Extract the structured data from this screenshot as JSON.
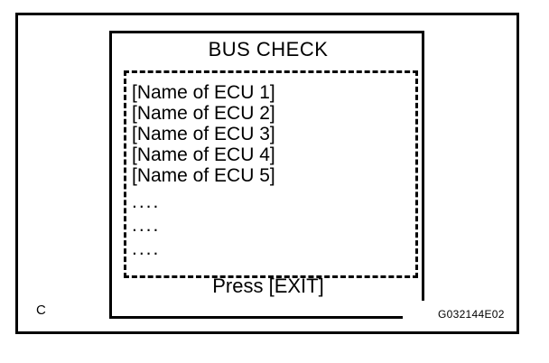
{
  "figure": {
    "corner_label": "C",
    "figure_code": "G032144E02",
    "background_color": "#ffffff",
    "line_color": "#000000"
  },
  "display": {
    "title": "BUS CHECK",
    "footer_prompt": "Press [EXIT]",
    "ecu_list": [
      "[Name of ECU 1]",
      "[Name of ECU 2]",
      "[Name of ECU 3]",
      "[Name of ECU 4]",
      "[Name of ECU 5]"
    ],
    "continuation_rows": [
      "....",
      "....",
      "...."
    ]
  }
}
